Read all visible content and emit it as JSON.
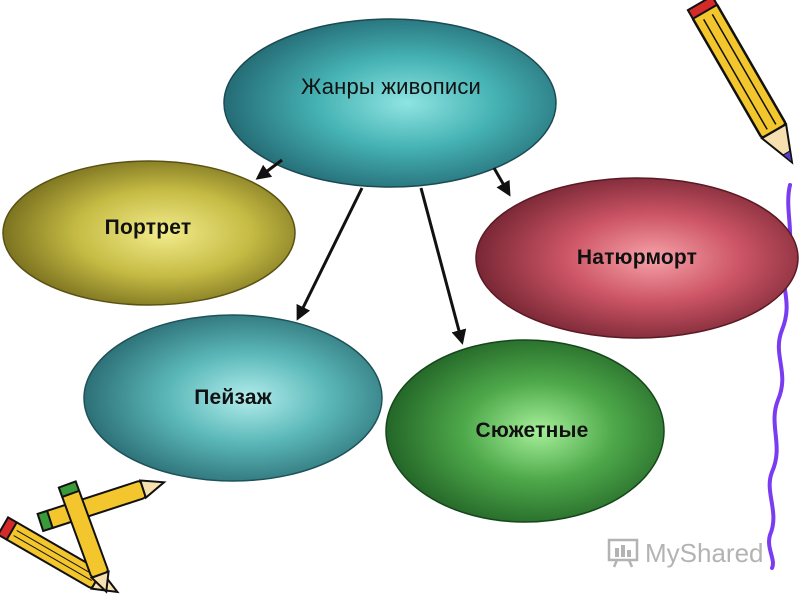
{
  "diagram": {
    "root": {
      "label": "Жанры живописи"
    },
    "children": [
      {
        "label": "Портрет"
      },
      {
        "label": "Натюрморт"
      },
      {
        "label": "Пейзаж"
      },
      {
        "label": "Сюжетные"
      }
    ]
  },
  "colors": {
    "root": "#3aa5a7",
    "portrait": "#c2b840",
    "still_life": "#c94a5c",
    "landscape": "#4fb0b0",
    "narrative": "#4aa34a",
    "arrow": "#111111",
    "squiggle": "#7a3cf0",
    "pencil_body": "#f2c62c"
  },
  "watermark": {
    "text": "MyShared"
  },
  "icons": [
    "pencil-icon",
    "crossed-pencils-icon",
    "presentation-icon"
  ]
}
